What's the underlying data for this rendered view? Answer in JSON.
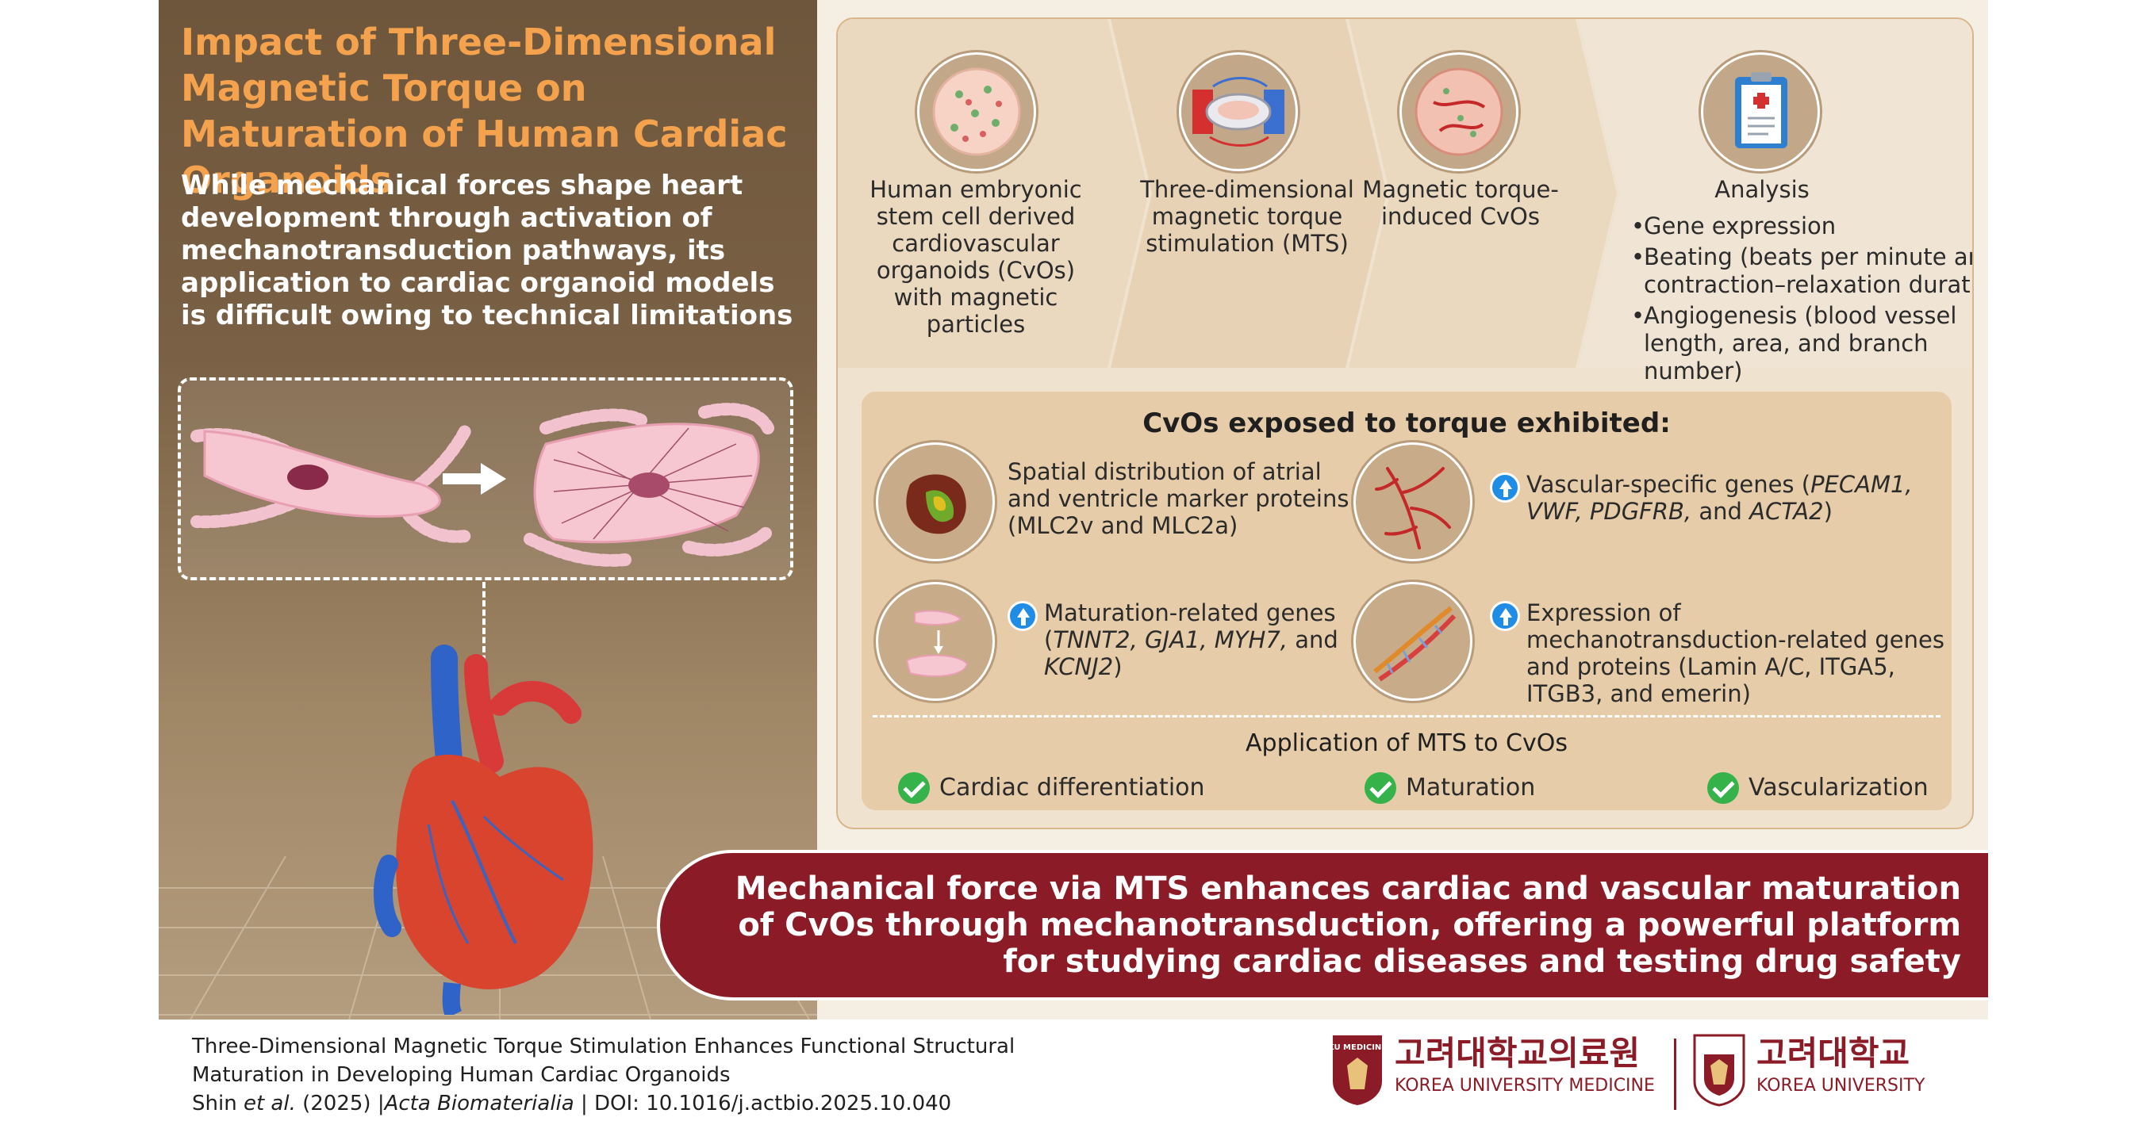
{
  "left": {
    "title": "Impact of Three-Dimensional Magnetic Torque on Maturation of Human Cardiac Organoids",
    "intro": "While mechanical forces shape heart development through activation of mechanotransduction pathways, its application to cardiac organoid models is difficult owing to technical limitations"
  },
  "workflow": {
    "steps": [
      {
        "label": "Human embryonic stem cell derived cardiovascular organoids (CvOs) with magnetic particles"
      },
      {
        "label": "Three-dimensional magnetic torque stimulation (MTS)"
      },
      {
        "label": "Magnetic torque-induced CvOs"
      },
      {
        "label": "Analysis"
      }
    ],
    "analysis_items": [
      "Gene expression",
      "Beating (beats per minute and contraction–relaxation duration)",
      "Angiogenesis (blood vessel length, area, and branch number)"
    ]
  },
  "findings": {
    "title": "CvOs exposed to torque exhibited:",
    "f1": "Spatial distribution of atrial and ventricle marker proteins (MLC2v and MLC2a)",
    "f2_prefix": "Vascular-specific genes (",
    "f2_genes": "PECAM1, VWF, PDGFRB,",
    "f2_and": " and ",
    "f2_last": "ACTA2",
    "f2_suffix": ")",
    "f3_prefix": "Maturation-related genes (",
    "f3_genes": "TNNT2, GJA1, MYH7,",
    "f3_and": " and ",
    "f3_last": "KCNJ2",
    "f3_suffix": ")",
    "f4": "Expression of mechanotransduction-related genes and proteins (Lamin A/C, ITGA5, ITGB3, and emerin)"
  },
  "application": {
    "title": "Application of MTS to CvOs",
    "items": [
      "Cardiac differentiation",
      "Maturation",
      "Vascularization"
    ]
  },
  "banner": {
    "text": "Mechanical force via MTS enhances cardiac and vascular maturation of CvOs through mechanotransduction, offering a powerful platform for studying cardiac diseases and testing drug safety"
  },
  "citation": {
    "line1": "Three-Dimensional Magnetic Torque Stimulation Enhances Functional Structural",
    "line2": "Maturation in Developing Human Cardiac Organoids",
    "author": "Shin",
    "etal": "et al.",
    "year": " (2025) |",
    "journal": "Acta Biomaterialia",
    "doi_label": " | DOI: ",
    "doi": "10.1016/j.actbio.2025.10.040"
  },
  "logos": {
    "medicine_ko": "고려대학교의료원",
    "medicine_en": "KOREA UNIVERSITY MEDICINE",
    "medicine_badge": "KU MEDICINE",
    "university_ko": "고려대학교",
    "university_en": "KOREA UNIVERSITY"
  },
  "colors": {
    "title_orange": "#f4a24e",
    "banner_red": "#8b1b26",
    "check_green": "#35b24a",
    "arrow_blue": "#1f8ce6"
  }
}
